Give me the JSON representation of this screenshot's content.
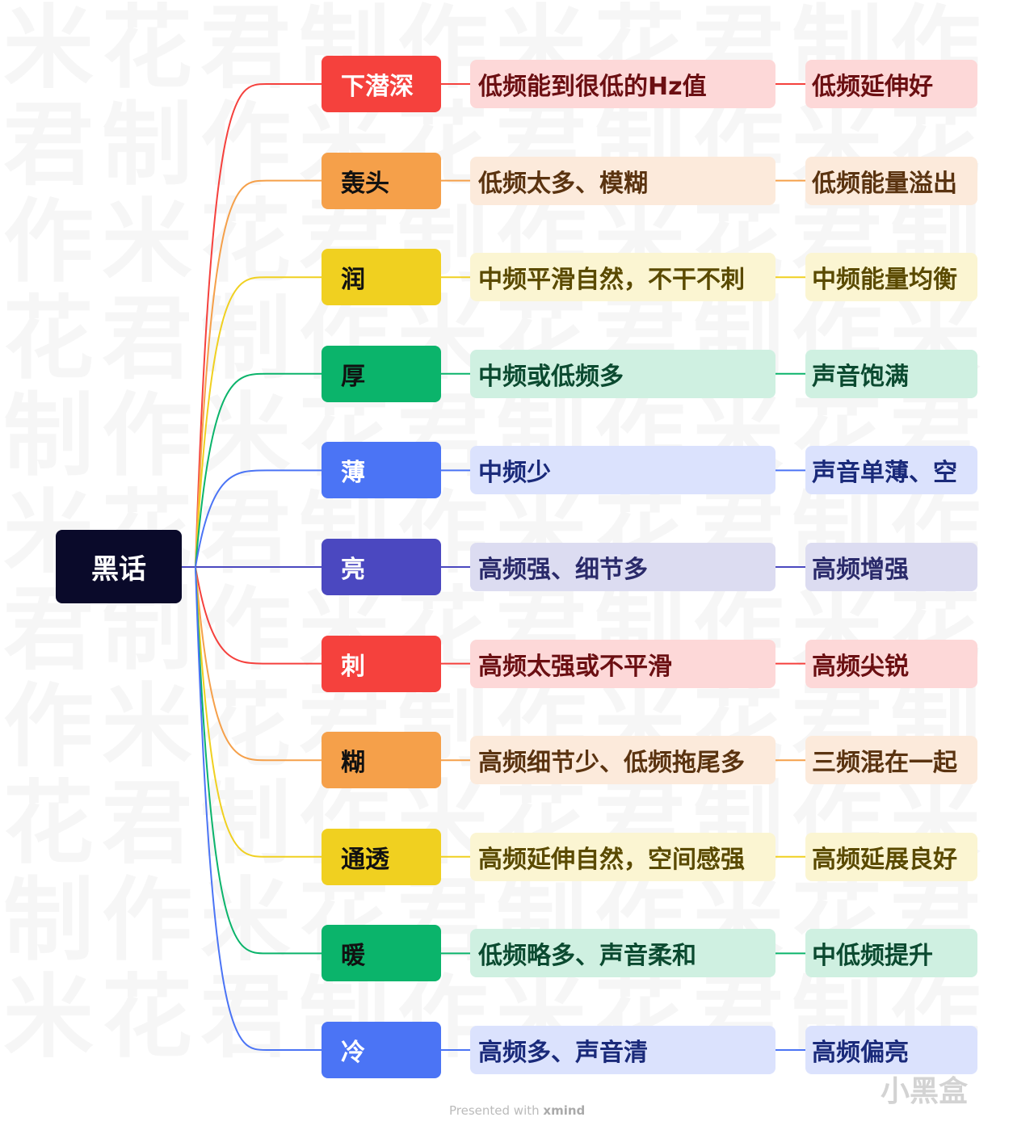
{
  "watermark": "米花君制作",
  "root": {
    "label": "黑话"
  },
  "branches": [
    {
      "topic": "下潜深",
      "desc": "低频能到很低的Hz值",
      "result": "低频延伸好",
      "color": "#F5413D",
      "light": "#FDD8D8",
      "text": "#FFFFFF",
      "dark": "#6B0F12"
    },
    {
      "topic": "轰头",
      "desc": "低频太多、模糊",
      "result": "低频能量溢出",
      "color": "#F5A04A",
      "light": "#FCEADB",
      "text": "#111111",
      "dark": "#5A3310"
    },
    {
      "topic": "润",
      "desc": "中频平滑自然，不干不刺",
      "result": "中频能量均衡",
      "color": "#F0D020",
      "light": "#FBF5D2",
      "text": "#111111",
      "dark": "#5A4A00"
    },
    {
      "topic": "厚",
      "desc": "中频或低频多",
      "result": "声音饱满",
      "color": "#0BB46B",
      "light": "#CFF0E1",
      "text": "#111111",
      "dark": "#0B4A30"
    },
    {
      "topic": "薄",
      "desc": "中频少",
      "result": "声音单薄、空",
      "color": "#4B74F5",
      "light": "#DBE2FD",
      "text": "#FFFFFF",
      "dark": "#1A2A7A"
    },
    {
      "topic": "亮",
      "desc": "高频强、细节多",
      "result": "高频增强",
      "color": "#4B48C0",
      "light": "#DCDCF1",
      "text": "#FFFFFF",
      "dark": "#2A2A6A"
    },
    {
      "topic": "刺",
      "desc": "高频太强或不平滑",
      "result": "高频尖锐",
      "color": "#F5413D",
      "light": "#FDD8D8",
      "text": "#FFFFFF",
      "dark": "#6B0F12"
    },
    {
      "topic": "糊",
      "desc": "高频细节少、低频拖尾多",
      "result": "三频混在一起",
      "color": "#F5A04A",
      "light": "#FCEADB",
      "text": "#111111",
      "dark": "#5A3310"
    },
    {
      "topic": "通透",
      "desc": "高频延伸自然，空间感强",
      "result": "高频延展良好",
      "color": "#F0D020",
      "light": "#FBF5D2",
      "text": "#111111",
      "dark": "#5A4A00"
    },
    {
      "topic": "暖",
      "desc": "低频略多、声音柔和",
      "result": "中低频提升",
      "color": "#0BB46B",
      "light": "#CFF0E1",
      "text": "#111111",
      "dark": "#0B4A30"
    },
    {
      "topic": "冷",
      "desc": "高频多、声音清",
      "result": "高频偏亮",
      "color": "#4B74F5",
      "light": "#DBE2FD",
      "text": "#FFFFFF",
      "dark": "#1A2A7A"
    }
  ],
  "footer": {
    "prefix": "Presented with ",
    "brand": "xmind"
  },
  "logo": "小黑盒"
}
